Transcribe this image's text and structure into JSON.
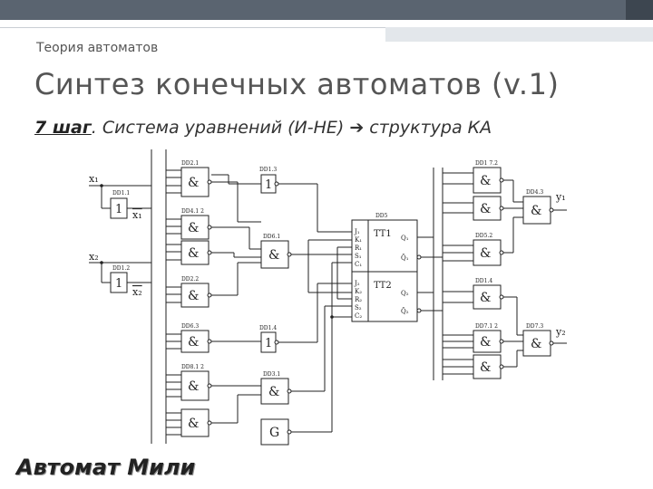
{
  "header": {
    "subtitle": "Теория автоматов",
    "title": "Синтез конечных автоматов (v.1)"
  },
  "step": {
    "number": "7 шаг",
    "dot": ".",
    "text_before": " Система уравнений (И-НЕ) ",
    "arrow": "➔",
    "text_after": " структура КА"
  },
  "footer": {
    "label": "Автомат Мили"
  },
  "diagram": {
    "inputs": {
      "x1": "x₁",
      "x2": "x₂",
      "x1_inv": "x₁",
      "x2_inv": "x₂"
    },
    "outputs": {
      "y1": "y₁",
      "y2": "y₂"
    },
    "gate_symbols": {
      "and": "&",
      "not": "1",
      "gen": "G"
    },
    "chips": {
      "dd11": "DD1.1",
      "dd12": "DD1.2",
      "dd21": "DD2.1",
      "dd22": "DD2.2",
      "dd13": "DD1.3",
      "dd412": "DD4.1 2",
      "dd61": "DD6.1",
      "dd63": "DD6.3",
      "dd812": "DD8.1 2",
      "dd14": "DD1.4",
      "dd31": "DD3.1",
      "dd5": "DD5",
      "dd172": "DD1 7.2",
      "dd43": "DD4.3",
      "dd52": "DD5.2",
      "dd714": "DD1.4",
      "dd712": "DD7.1 2",
      "dd73": "DD7.3"
    },
    "trigger": {
      "tt1": "ТТ1",
      "tt2": "ТТ2",
      "pins_left_top": [
        "J₁",
        "K₁",
        "R₁",
        "S₁",
        "C₁"
      ],
      "pins_left_bottom": [
        "J₂",
        "K₂",
        "R₂",
        "S₂",
        "C₂"
      ],
      "pins_right": [
        "Q₁",
        "Q̄₁",
        "Q₂",
        "Q̄₂"
      ]
    }
  }
}
